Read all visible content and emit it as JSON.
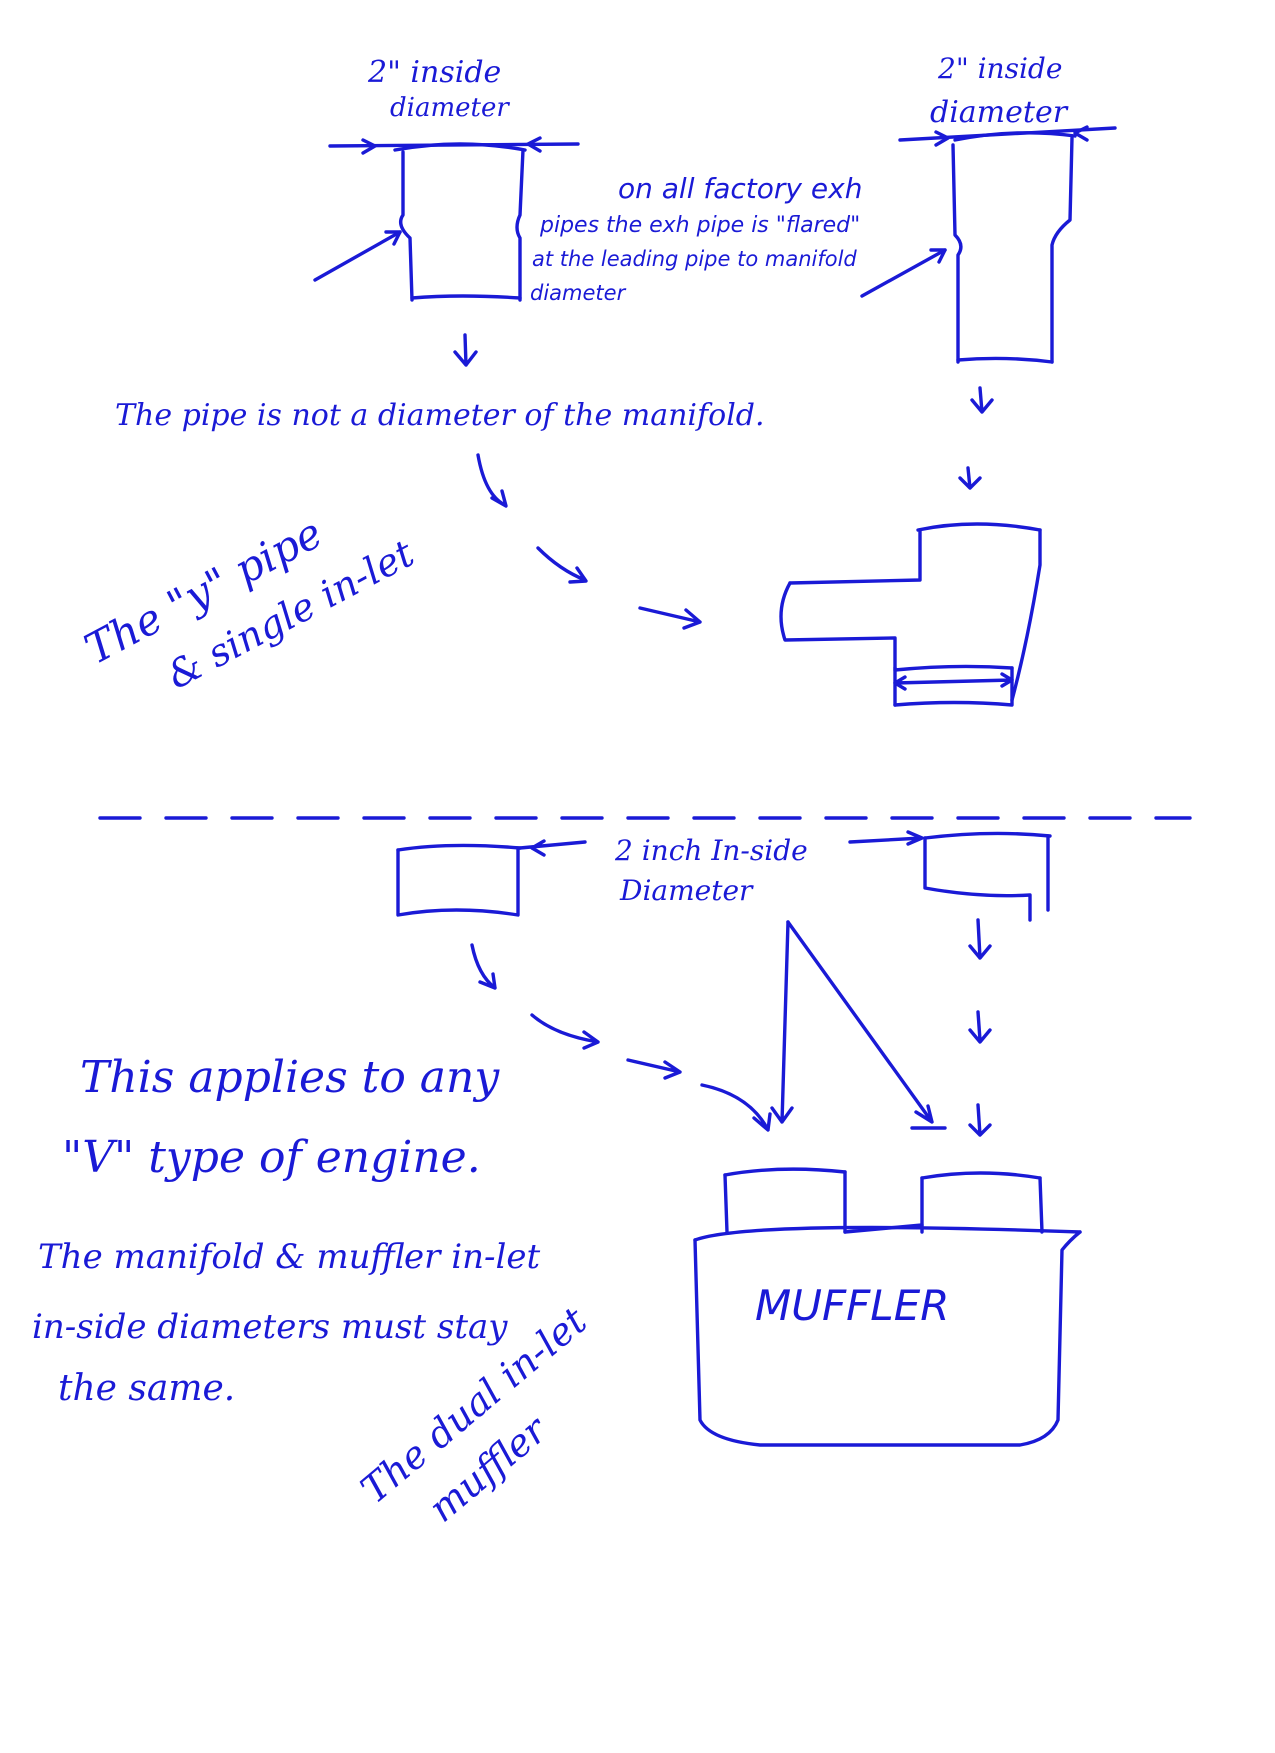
{
  "colors": {
    "ink": "#1a1ad6",
    "paper": "#ffffff"
  },
  "labels": {
    "left_pipe_top": "2\" inside",
    "left_pipe_top_2": "diameter",
    "right_pipe_top": "2\" inside",
    "right_pipe_top_2": "diameter",
    "flare_note": [
      "on all factory exh",
      "pipes the exh pipe is \"flared\"",
      "at the leading pipe to manifold",
      "diameter"
    ],
    "not_diameter": "The pipe is not a diameter of the manifold.",
    "y_pipe_1": "The \"y\" pipe",
    "y_pipe_2": "& single in-let",
    "two_inch": "2 inch In-side",
    "two_inch_2": "Diameter",
    "applies_1": "This applies to any",
    "applies_2": "\"V\" type of engine.",
    "manifold_1": "The manifold & muffler in-let",
    "manifold_2": "in-side diameters must stay",
    "manifold_3": "the same.",
    "muffler_label": "MUFFLER",
    "dual_1": "The dual in-let",
    "dual_2": "muffler"
  }
}
